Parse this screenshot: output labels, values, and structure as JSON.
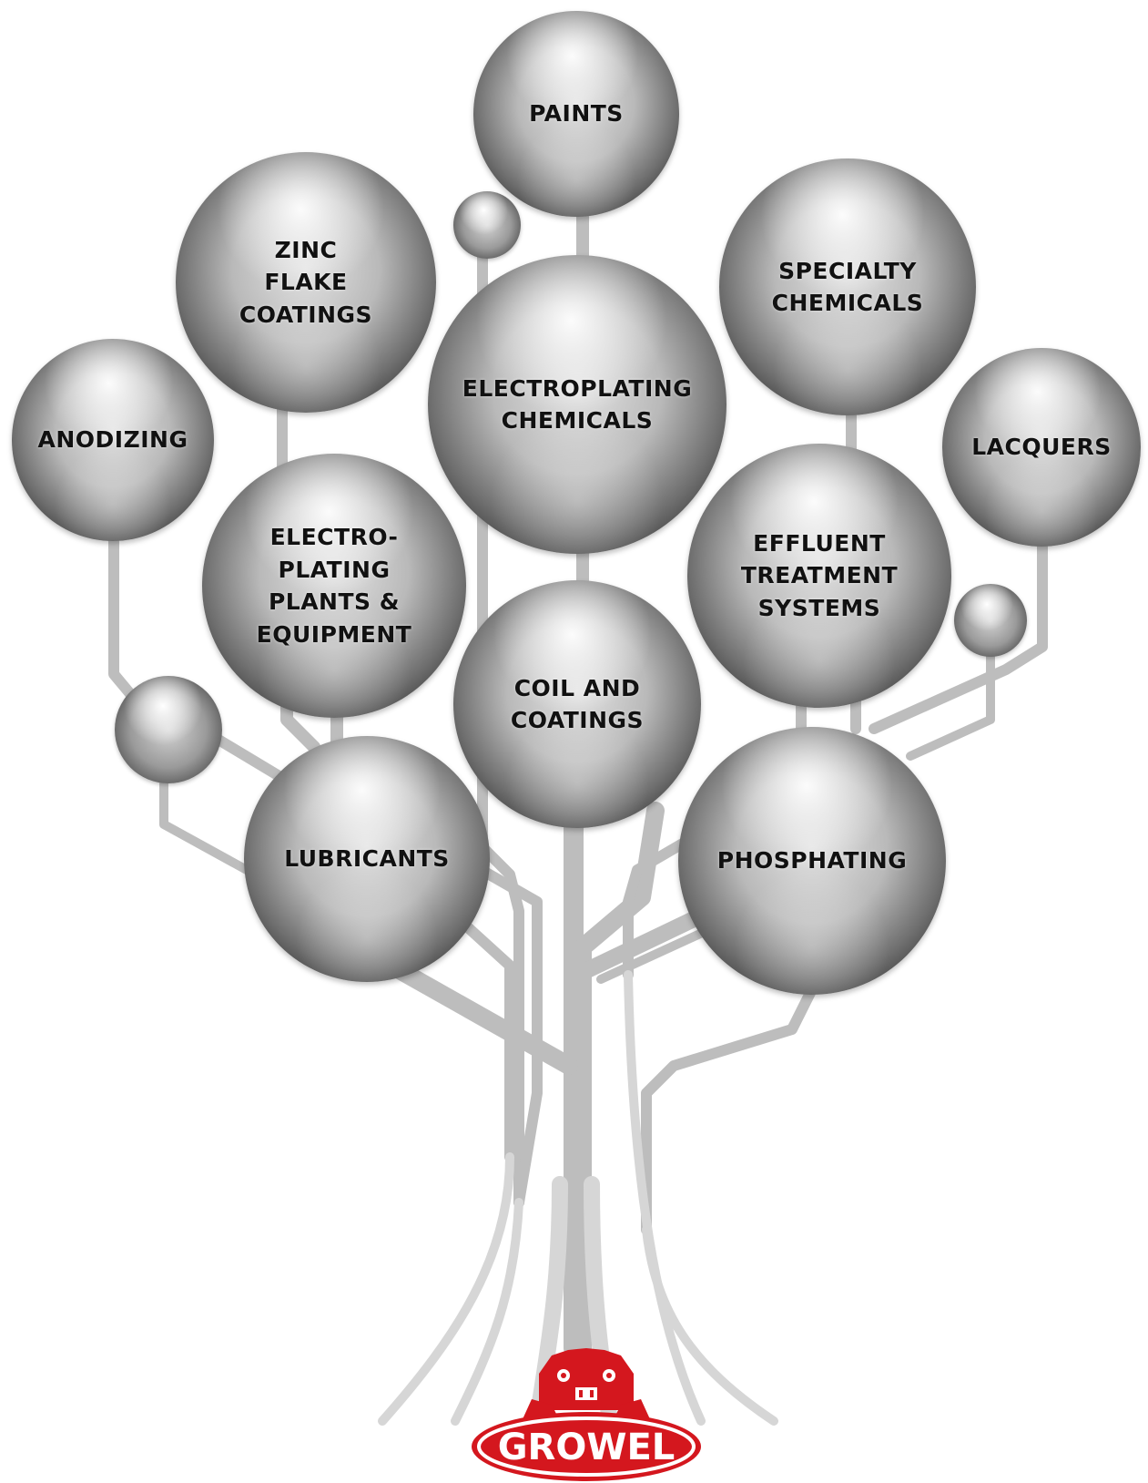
{
  "nodes": [
    {
      "id": "paints",
      "label": "PAINTS"
    },
    {
      "id": "zinc-flake-coatings",
      "label": "ZINC\nFLAKE\nCOATINGS"
    },
    {
      "id": "specialty-chemicals",
      "label": "SPECIALTY\nCHEMICALS"
    },
    {
      "id": "electroplating-chemicals",
      "label": "ELECTROPLATING\nCHEMICALS"
    },
    {
      "id": "anodizing",
      "label": "ANODIZING"
    },
    {
      "id": "lacquers",
      "label": "LACQUERS"
    },
    {
      "id": "electroplating-plants-equipment",
      "label": "ELECTRO-\nPLATING\nPLANTS  &\nEQUIPMENT"
    },
    {
      "id": "effluent-treatment-systems",
      "label": "EFFLUENT\nTREATMENT\nSYSTEMS"
    },
    {
      "id": "coil-and-coatings",
      "label": "COIL AND\nCOATINGS"
    },
    {
      "id": "lubricants",
      "label": "LUBRICANTS"
    },
    {
      "id": "phosphating",
      "label": "PHOSPHATING"
    }
  ],
  "logo": {
    "text": "GROWEL",
    "color": "#d4171e"
  },
  "colors": {
    "branch": "#bcbcbc",
    "root": "#d6d6d6"
  }
}
